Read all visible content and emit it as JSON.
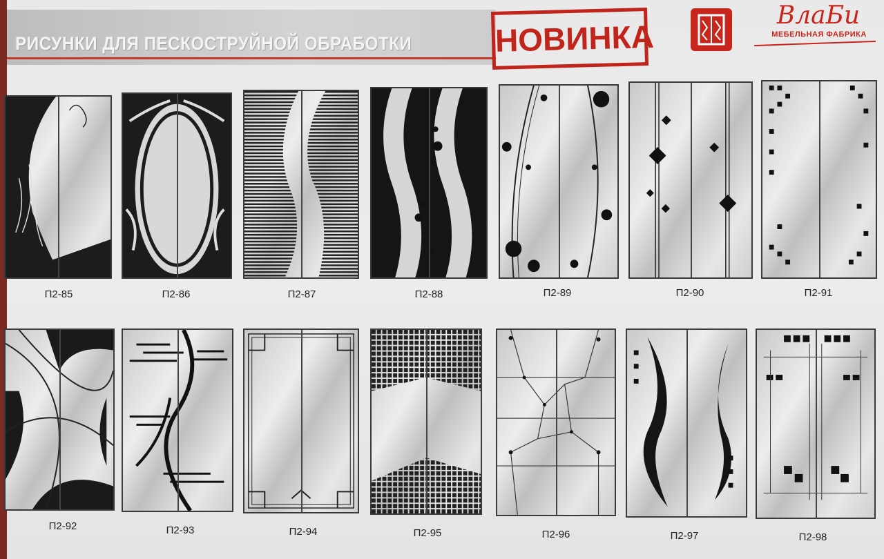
{
  "header": {
    "title": "РИСУНКИ ДЛЯ ПЕСКОСТРУЙНОЙ ОБРАБОТКИ",
    "stamp": "НОВИНКА"
  },
  "brand": {
    "name": "ВлаБи",
    "subtitle": "МЕБЕЛЬНАЯ ФАБРИКА",
    "icon": "wardrobe-logo-icon",
    "color": "#c8261c"
  },
  "panels": [
    {
      "code": "П2-85"
    },
    {
      "code": "П2-86"
    },
    {
      "code": "П2-87"
    },
    {
      "code": "П2-88"
    },
    {
      "code": "П2-89"
    },
    {
      "code": "П2-90"
    },
    {
      "code": "П2-91"
    },
    {
      "code": "П2-92"
    },
    {
      "code": "П2-93"
    },
    {
      "code": "П2-94"
    },
    {
      "code": "П2-95"
    },
    {
      "code": "П2-96"
    },
    {
      "code": "П2-97"
    },
    {
      "code": "П2-98"
    }
  ]
}
